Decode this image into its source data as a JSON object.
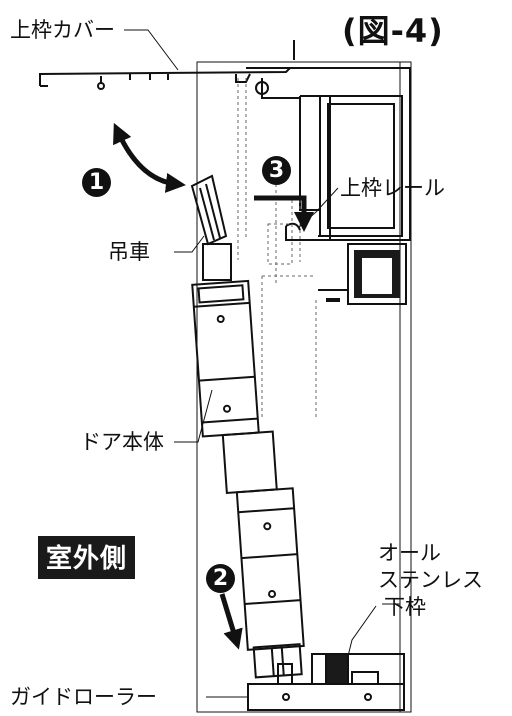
{
  "figure": {
    "title": "(図-4)",
    "side_label": "室外側"
  },
  "callouts": {
    "upper_frame_cover": "上枠カバー",
    "upper_frame_rail": "上枠レール",
    "hanger": "吊車",
    "door_body": "ドア本体",
    "bottom_frame_line1": "オール",
    "bottom_frame_line2": "ステンレス",
    "bottom_frame_line3": "下枠",
    "guide_roller": "ガイドローラー"
  },
  "steps": {
    "step1": "1",
    "step2": "2",
    "step3": "3"
  },
  "colors": {
    "ink": "#111111",
    "dashed": "#666666",
    "fill_dark": "#1a1a1a"
  }
}
